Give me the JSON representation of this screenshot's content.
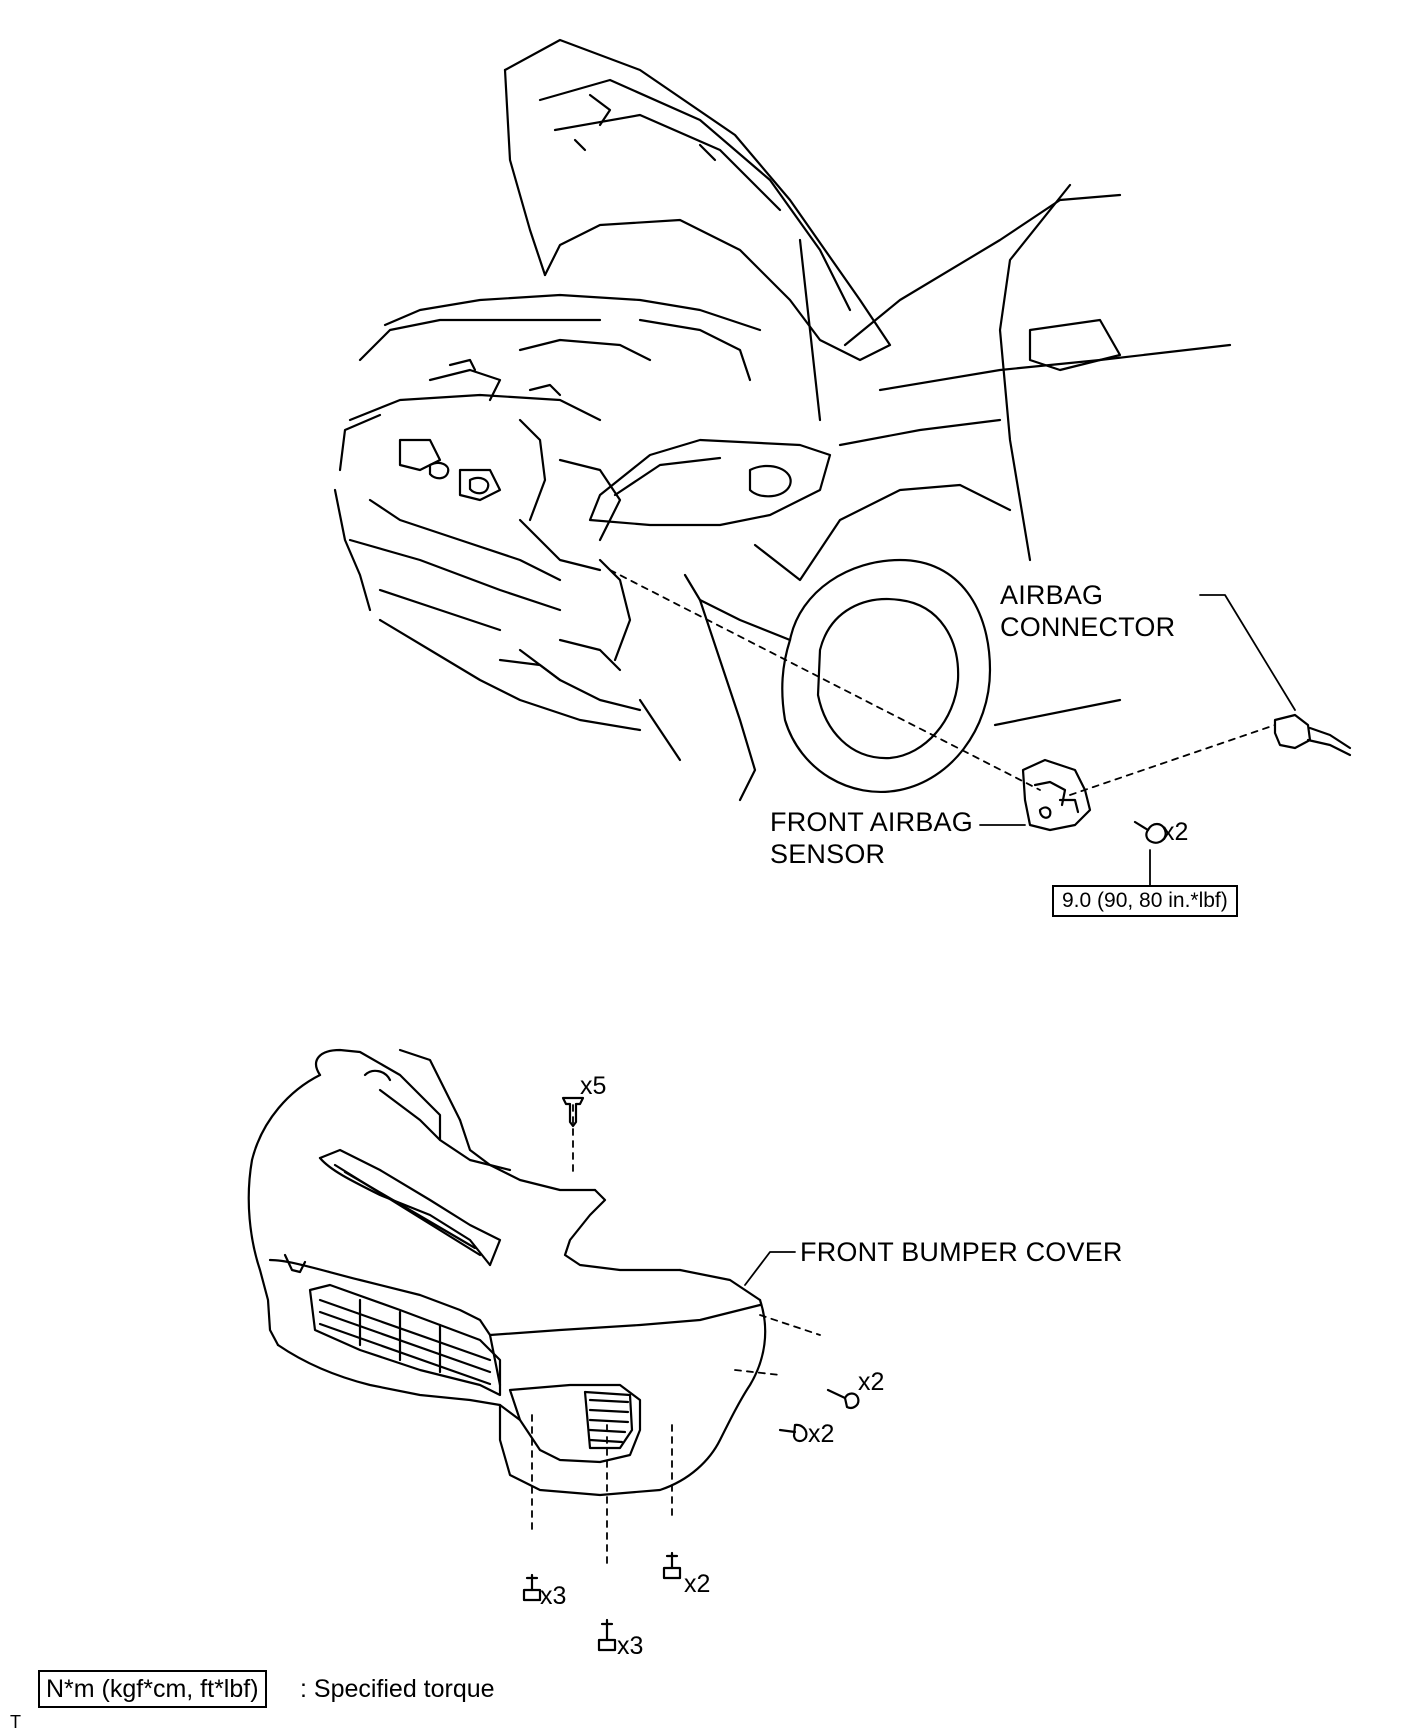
{
  "labels": {
    "airbag_connector_line1": "AIRBAG",
    "airbag_connector_line2": "CONNECTOR",
    "front_airbag_sensor_line1": "FRONT AIRBAG",
    "front_airbag_sensor_line2": "SENSOR",
    "front_bumper_cover": "FRONT BUMPER COVER"
  },
  "quantities": {
    "sensor_bolt": "x2",
    "bumper_top_clip": "x5",
    "bumper_side_screw": "x2",
    "bumper_side_clip": "x2",
    "bumper_bottom_left": "x3",
    "bumper_bottom_center": "x3",
    "bumper_bottom_right": "x2"
  },
  "torque": {
    "sensor_bolt": "9.0 (90, 80 in.*lbf)"
  },
  "legend": {
    "unit_box": "N*m (kgf*cm, ft*lbf)",
    "description": ": Specified torque"
  },
  "corner_mark": "T"
}
